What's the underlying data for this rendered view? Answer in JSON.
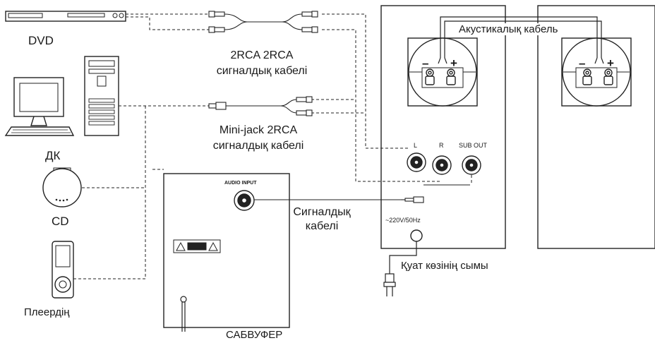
{
  "devices": {
    "dvd": "DVD",
    "pc": "ДК",
    "cd": "CD",
    "player": "Плеердің",
    "subwoofer": "САБВУФЕР"
  },
  "cables": {
    "rca_line1": "2RCA 2RCA",
    "rca_line2": "сигналдық кабелі",
    "minijack_line1": "Mini-jack 2RCA",
    "minijack_line2": "сигналдық кабелі",
    "acoustic": "Акустикалық кабель",
    "signal_line1": "Сигналдық",
    "signal_line2": "кабелі",
    "power": "Қуат көзінің сымы"
  },
  "ports": {
    "left": "L",
    "right": "R",
    "sub_out": "SUB OUT",
    "audio_input": "AUDIO INPUT",
    "power_rating": "~220V/50Hz"
  },
  "terminals": {
    "minus": "–",
    "plus": "+"
  }
}
